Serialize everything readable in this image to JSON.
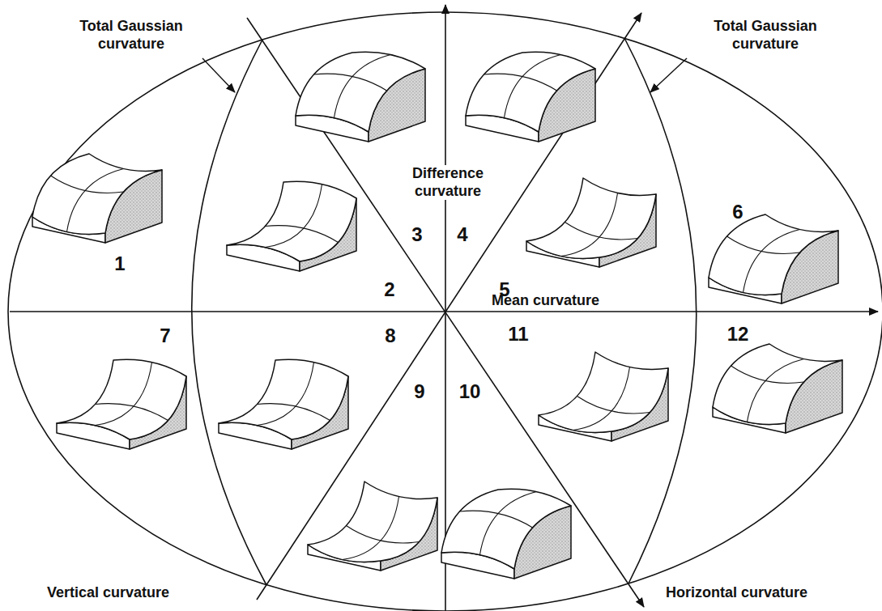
{
  "diagram": {
    "labels": [
      "Total Gaussian curvature",
      "Total Gaussian curvature",
      "Difference curvature",
      "Mean curvature",
      "Vertical curvature",
      "Horizontal curvature",
      "1",
      "2",
      "3",
      "4",
      "5",
      "6",
      "7",
      "8",
      "9",
      "10",
      "11",
      "12"
    ]
  }
}
